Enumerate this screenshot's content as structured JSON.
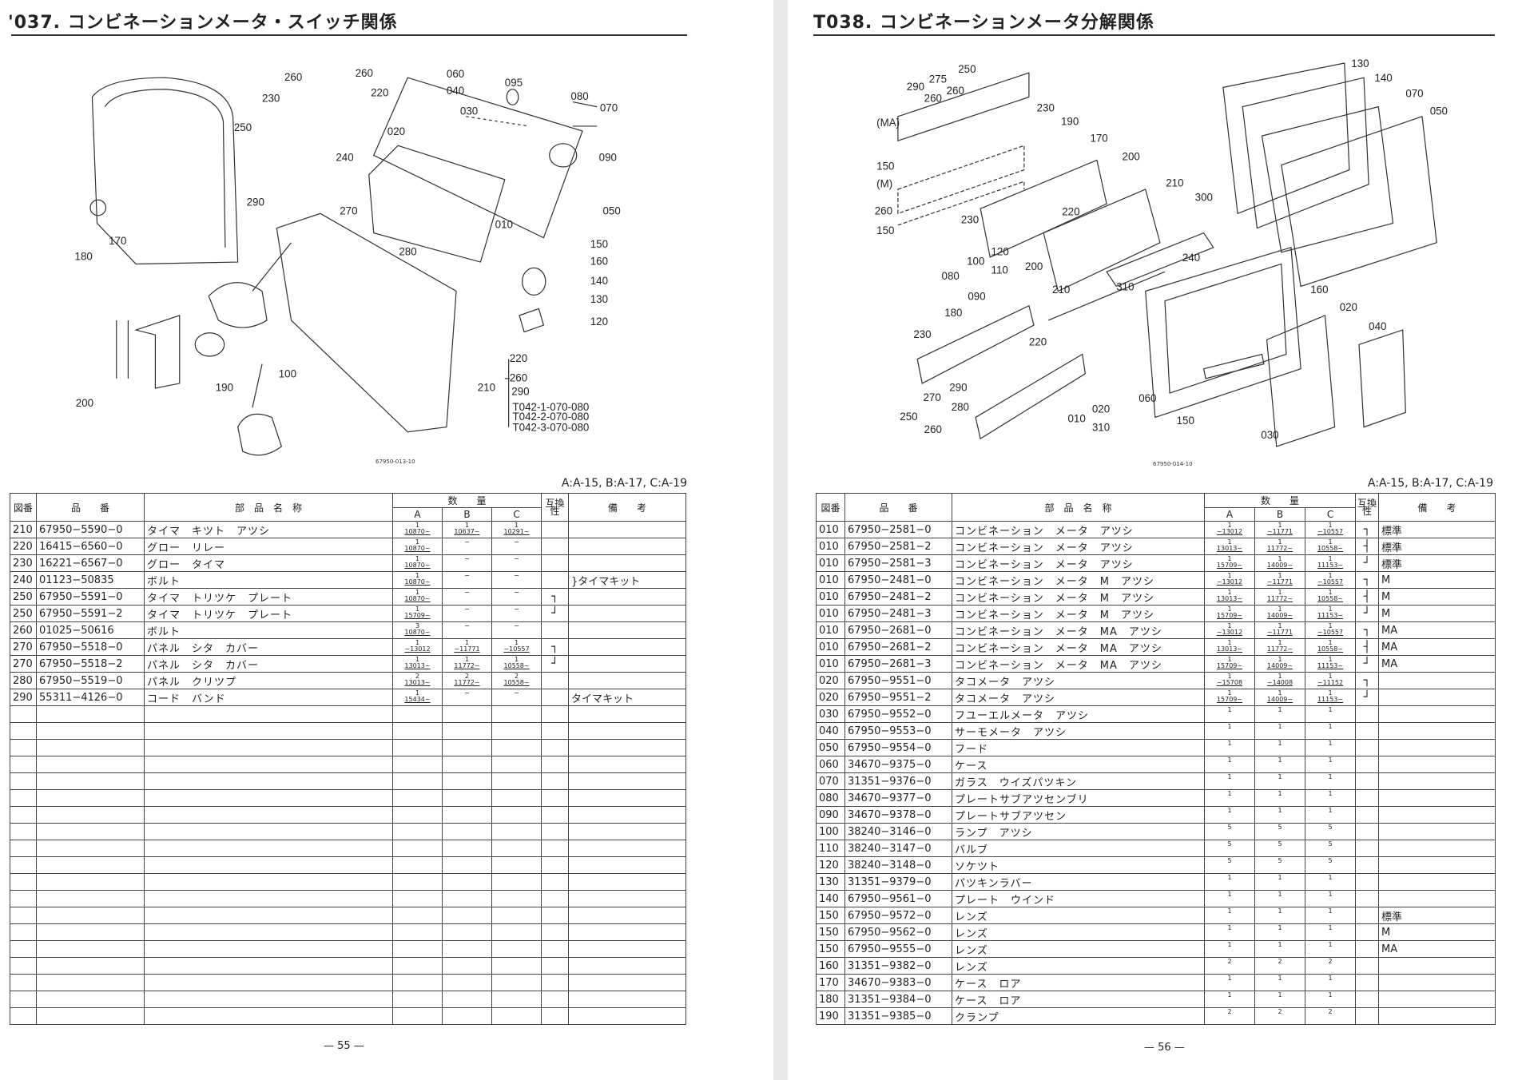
{
  "left": {
    "title": "'037. コンビネーションメータ・スイッチ関係",
    "figure_code": "67950-013-10",
    "model_legend": "A:A-15,  B:A-17,  C:A-19",
    "page_number": "— 55 —",
    "callouts": [
      "260",
      "260",
      "230",
      "220",
      "250",
      "060",
      "040",
      "095",
      "030",
      "080",
      "070",
      "020",
      "240",
      "090",
      "290",
      "270",
      "050",
      "010",
      "150",
      "180",
      "170",
      "160",
      "280",
      "140",
      "130",
      "120",
      "100",
      "190",
      "200",
      "220",
      "260",
      "210",
      "290",
      "T042-1-070-080",
      "T042-2-070-080",
      "T042-3-070-080"
    ],
    "rows": [
      {
        "fig": "210",
        "part": "67950−5590−0",
        "name": "タイマ　キツト　アツシ",
        "a": [
          "1",
          "10870~"
        ],
        "b": [
          "1",
          "10637~"
        ],
        "c": [
          "1",
          "10291~"
        ],
        "ic": "",
        "remark": ""
      },
      {
        "fig": "220",
        "part": "16415−6560−0",
        "name": "グロー　リレー",
        "a": [
          "1",
          "10870~"
        ],
        "b": [
          "−",
          ""
        ],
        "c": [
          "−",
          ""
        ],
        "ic": "",
        "remark": ""
      },
      {
        "fig": "230",
        "part": "16221−6567−0",
        "name": "グロー　タイマ",
        "a": [
          "1",
          "10870~"
        ],
        "b": [
          "−",
          ""
        ],
        "c": [
          "−",
          ""
        ],
        "ic": "",
        "remark": ""
      },
      {
        "fig": "240",
        "part": "01123−50835",
        "name": "ボルト",
        "a": [
          "1",
          "10870~"
        ],
        "b": [
          "−",
          ""
        ],
        "c": [
          "−",
          ""
        ],
        "ic": "",
        "remark": "}タイマキット"
      },
      {
        "fig": "250",
        "part": "67950−5591−0",
        "name": "タイマ　トリツケ　プレート",
        "a": [
          "1",
          "10870~"
        ],
        "b": [
          "−",
          ""
        ],
        "c": [
          "−",
          ""
        ],
        "ic": "┐",
        "remark": ""
      },
      {
        "fig": "250",
        "part": "67950−5591−2",
        "name": "タイマ　トリツケ　プレート",
        "a": [
          "1",
          "15709~"
        ],
        "b": [
          "−",
          ""
        ],
        "c": [
          "−",
          ""
        ],
        "ic": "┘",
        "remark": ""
      },
      {
        "fig": "260",
        "part": "01025−50616",
        "name": "ボルト",
        "a": [
          "3",
          "10870~"
        ],
        "b": [
          "−",
          ""
        ],
        "c": [
          "−",
          ""
        ],
        "ic": "",
        "remark": ""
      },
      {
        "fig": "270",
        "part": "67950−5518−0",
        "name": "パネル　シタ　カバー",
        "a": [
          "1",
          "~13012"
        ],
        "b": [
          "1",
          "~11771"
        ],
        "c": [
          "1",
          "~10557"
        ],
        "ic": "┐",
        "remark": ""
      },
      {
        "fig": "270",
        "part": "67950−5518−2",
        "name": "パネル　シタ　カバー",
        "a": [
          "1",
          "13013~"
        ],
        "b": [
          "1",
          "11772~"
        ],
        "c": [
          "1",
          "10558~"
        ],
        "ic": "┘",
        "remark": ""
      },
      {
        "fig": "280",
        "part": "67950−5519−0",
        "name": "パネル　クリツプ",
        "a": [
          "2",
          "13013~"
        ],
        "b": [
          "2",
          "11772~"
        ],
        "c": [
          "2",
          "10558~"
        ],
        "ic": "",
        "remark": ""
      },
      {
        "fig": "290",
        "part": "55311−4126−0",
        "name": "コード　バンド",
        "a": [
          "1",
          "15434~"
        ],
        "b": [
          "−",
          ""
        ],
        "c": [
          "−",
          ""
        ],
        "ic": "",
        "remark": "タイマキット"
      }
    ]
  },
  "right": {
    "title": "T038. コンビネーションメータ分解関係",
    "figure_code": "67950-014-10",
    "model_legend": "A:A-15,  B:A-17,  C:A-19",
    "page_number": "— 56 —",
    "callouts": [
      "250",
      "275",
      "290",
      "260",
      "260",
      "(MA)",
      "230",
      "190",
      "170",
      "200",
      "150",
      "(M)",
      "260",
      "150",
      "210",
      "300",
      "230",
      "220",
      "120",
      "100",
      "110",
      "200",
      "080",
      "240",
      "090",
      "210",
      "310",
      "160",
      "020",
      "180",
      "040",
      "230",
      "220",
      "060",
      "150",
      "030",
      "290",
      "270",
      "280",
      "250",
      "260",
      "020",
      "010",
      "310",
      "130",
      "140",
      "070",
      "050"
    ],
    "rows": [
      {
        "fig": "010",
        "part": "67950−2581−0",
        "name": "コンビネーション　メータ　アツシ",
        "a": [
          "1",
          "~13012"
        ],
        "b": [
          "1",
          "~11771"
        ],
        "c": [
          "1",
          "~10557"
        ],
        "ic": "┐",
        "remark": "標準"
      },
      {
        "fig": "010",
        "part": "67950−2581−2",
        "name": "コンビネーション　メータ　アツシ",
        "a": [
          "1",
          "13013~"
        ],
        "b": [
          "1",
          "11772~"
        ],
        "c": [
          "1",
          "10558~"
        ],
        "ic": "┤",
        "remark": "標準"
      },
      {
        "fig": "010",
        "part": "67950−2581−3",
        "name": "コンビネーション　メータ　アツシ",
        "a": [
          "1",
          "15709~"
        ],
        "b": [
          "1",
          "14009~"
        ],
        "c": [
          "1",
          "11153~"
        ],
        "ic": "┘",
        "remark": "標準"
      },
      {
        "fig": "010",
        "part": "67950−2481−0",
        "name": "コンビネーション　メータ　M　アツシ",
        "a": [
          "1",
          "~13012"
        ],
        "b": [
          "1",
          "~11771"
        ],
        "c": [
          "1",
          "~10557"
        ],
        "ic": "┐",
        "remark": "M"
      },
      {
        "fig": "010",
        "part": "67950−2481−2",
        "name": "コンビネーション　メータ　M　アツシ",
        "a": [
          "1",
          "13013~"
        ],
        "b": [
          "1",
          "11772~"
        ],
        "c": [
          "1",
          "10558~"
        ],
        "ic": "┤",
        "remark": "M"
      },
      {
        "fig": "010",
        "part": "67950−2481−3",
        "name": "コンビネーション　メータ　M　アツシ",
        "a": [
          "1",
          "15709~"
        ],
        "b": [
          "1",
          "14009~"
        ],
        "c": [
          "1",
          "11153~"
        ],
        "ic": "┘",
        "remark": "M"
      },
      {
        "fig": "010",
        "part": "67950−2681−0",
        "name": "コンビネーション　メータ　MA　アツシ",
        "a": [
          "1",
          "~13012"
        ],
        "b": [
          "1",
          "~11771"
        ],
        "c": [
          "1",
          "~10557"
        ],
        "ic": "┐",
        "remark": "MA"
      },
      {
        "fig": "010",
        "part": "67950−2681−2",
        "name": "コンビネーション　メータ　MA　アツシ",
        "a": [
          "1",
          "13013~"
        ],
        "b": [
          "1",
          "11772~"
        ],
        "c": [
          "1",
          "10558~"
        ],
        "ic": "┤",
        "remark": "MA"
      },
      {
        "fig": "010",
        "part": "67950−2681−3",
        "name": "コンビネーション　メータ　MA　アツシ",
        "a": [
          "1",
          "15709~"
        ],
        "b": [
          "1",
          "14009~"
        ],
        "c": [
          "1",
          "11153~"
        ],
        "ic": "┘",
        "remark": "MA"
      },
      {
        "fig": "020",
        "part": "67950−9551−0",
        "name": "タコメータ　アツシ",
        "a": [
          "1",
          "~15708"
        ],
        "b": [
          "1",
          "~14008"
        ],
        "c": [
          "1",
          "~11152"
        ],
        "ic": "┐",
        "remark": ""
      },
      {
        "fig": "020",
        "part": "67950−9551−2",
        "name": "タコメータ　アツシ",
        "a": [
          "1",
          "15709~"
        ],
        "b": [
          "1",
          "14009~"
        ],
        "c": [
          "1",
          "11153~"
        ],
        "ic": "┘",
        "remark": ""
      },
      {
        "fig": "030",
        "part": "67950−9552−0",
        "name": "フユーエルメータ　アツシ",
        "a": [
          "1",
          ""
        ],
        "b": [
          "1",
          ""
        ],
        "c": [
          "1",
          ""
        ],
        "ic": "",
        "remark": ""
      },
      {
        "fig": "040",
        "part": "67950−9553−0",
        "name": "サーモメータ　アツシ",
        "a": [
          "1",
          ""
        ],
        "b": [
          "1",
          ""
        ],
        "c": [
          "1",
          ""
        ],
        "ic": "",
        "remark": ""
      },
      {
        "fig": "050",
        "part": "67950−9554−0",
        "name": "フード",
        "a": [
          "1",
          ""
        ],
        "b": [
          "1",
          ""
        ],
        "c": [
          "1",
          ""
        ],
        "ic": "",
        "remark": ""
      },
      {
        "fig": "060",
        "part": "34670−9375−0",
        "name": "ケース",
        "a": [
          "1",
          ""
        ],
        "b": [
          "1",
          ""
        ],
        "c": [
          "1",
          ""
        ],
        "ic": "",
        "remark": ""
      },
      {
        "fig": "070",
        "part": "31351−9376−0",
        "name": "ガラス　ウイズパツキン",
        "a": [
          "1",
          ""
        ],
        "b": [
          "1",
          ""
        ],
        "c": [
          "1",
          ""
        ],
        "ic": "",
        "remark": ""
      },
      {
        "fig": "080",
        "part": "34670−9377−0",
        "name": "プレートサブアツセンブリ",
        "a": [
          "1",
          ""
        ],
        "b": [
          "1",
          ""
        ],
        "c": [
          "1",
          ""
        ],
        "ic": "",
        "remark": ""
      },
      {
        "fig": "090",
        "part": "34670−9378−0",
        "name": "プレートサブアツセン",
        "a": [
          "1",
          ""
        ],
        "b": [
          "1",
          ""
        ],
        "c": [
          "1",
          ""
        ],
        "ic": "",
        "remark": ""
      },
      {
        "fig": "100",
        "part": "38240−3146−0",
        "name": "ランプ　アツシ",
        "a": [
          "5",
          ""
        ],
        "b": [
          "5",
          ""
        ],
        "c": [
          "5",
          ""
        ],
        "ic": "",
        "remark": ""
      },
      {
        "fig": "110",
        "part": "38240−3147−0",
        "name": "バルブ",
        "a": [
          "5",
          ""
        ],
        "b": [
          "5",
          ""
        ],
        "c": [
          "5",
          ""
        ],
        "ic": "",
        "remark": ""
      },
      {
        "fig": "120",
        "part": "38240−3148−0",
        "name": "ソケツト",
        "a": [
          "5",
          ""
        ],
        "b": [
          "5",
          ""
        ],
        "c": [
          "5",
          ""
        ],
        "ic": "",
        "remark": ""
      },
      {
        "fig": "130",
        "part": "31351−9379−0",
        "name": "パツキンラバー",
        "a": [
          "1",
          ""
        ],
        "b": [
          "1",
          ""
        ],
        "c": [
          "1",
          ""
        ],
        "ic": "",
        "remark": ""
      },
      {
        "fig": "140",
        "part": "67950−9561−0",
        "name": "プレート　ウインド",
        "a": [
          "1",
          ""
        ],
        "b": [
          "1",
          ""
        ],
        "c": [
          "1",
          ""
        ],
        "ic": "",
        "remark": ""
      },
      {
        "fig": "150",
        "part": "67950−9572−0",
        "name": "レンズ",
        "a": [
          "1",
          ""
        ],
        "b": [
          "1",
          ""
        ],
        "c": [
          "1",
          ""
        ],
        "ic": "",
        "remark": "標準"
      },
      {
        "fig": "150",
        "part": "67950−9562−0",
        "name": "レンズ",
        "a": [
          "1",
          ""
        ],
        "b": [
          "1",
          ""
        ],
        "c": [
          "1",
          ""
        ],
        "ic": "",
        "remark": "M"
      },
      {
        "fig": "150",
        "part": "67950−9555−0",
        "name": "レンズ",
        "a": [
          "1",
          ""
        ],
        "b": [
          "1",
          ""
        ],
        "c": [
          "1",
          ""
        ],
        "ic": "",
        "remark": "MA"
      },
      {
        "fig": "160",
        "part": "31351−9382−0",
        "name": "レンズ",
        "a": [
          "2",
          ""
        ],
        "b": [
          "2",
          ""
        ],
        "c": [
          "2",
          ""
        ],
        "ic": "",
        "remark": ""
      },
      {
        "fig": "170",
        "part": "34670−9383−0",
        "name": "ケース　ロア",
        "a": [
          "1",
          ""
        ],
        "b": [
          "1",
          ""
        ],
        "c": [
          "1",
          ""
        ],
        "ic": "",
        "remark": ""
      },
      {
        "fig": "180",
        "part": "31351−9384−0",
        "name": "ケース　ロア",
        "a": [
          "1",
          ""
        ],
        "b": [
          "1",
          ""
        ],
        "c": [
          "1",
          ""
        ],
        "ic": "",
        "remark": ""
      },
      {
        "fig": "190",
        "part": "31351−9385−0",
        "name": "クランプ",
        "a": [
          "2",
          ""
        ],
        "b": [
          "2",
          ""
        ],
        "c": [
          "2",
          ""
        ],
        "ic": "",
        "remark": ""
      }
    ]
  },
  "table_header": {
    "fig_no": "図番",
    "part_no": "品　　番",
    "part_name": "部　品　名　称",
    "quantity": "数　　量",
    "col_a": "A",
    "col_b": "B",
    "col_c": "C",
    "interchange": "互換性",
    "remarks": "備　　考"
  }
}
